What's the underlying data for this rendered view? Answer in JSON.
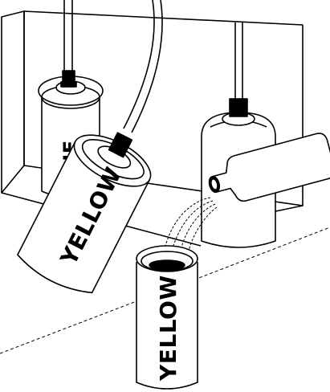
{
  "labels": {
    "back_can": "BLUE",
    "tilted_can": "YELLOW",
    "front_can": "YELLOW"
  },
  "colors": {
    "ink": "#000000",
    "paper": "#ffffff"
  }
}
